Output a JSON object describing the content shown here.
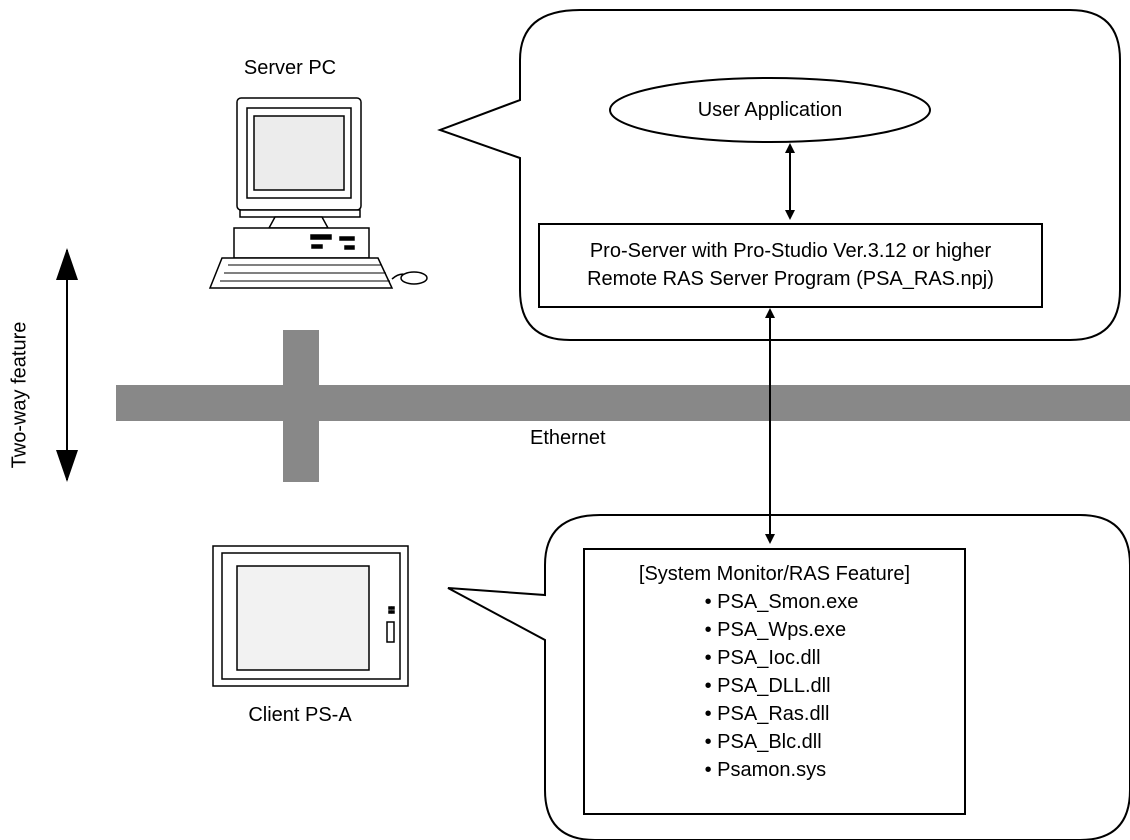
{
  "labels": {
    "server_pc": "Server PC",
    "client": "Client PS-A",
    "ethernet": "Ethernet",
    "two_way": "Two-way feature",
    "user_application": "User Application"
  },
  "server_box": {
    "line1": "Pro-Server with Pro-Studio Ver.3.12 or higher",
    "line2": "Remote RAS Server Program (PSA_RAS.npj)"
  },
  "client_box": {
    "title": "[System Monitor/RAS Feature]",
    "items": [
      "PSA_Smon.exe",
      "PSA_Wps.exe",
      "PSA_Ioc.dll",
      "PSA_DLL.dll",
      "PSA_Ras.dll",
      "PSA_Blc.dll",
      "Psamon.sys"
    ]
  },
  "colors": {
    "network_bar": "#888888",
    "line": "#000000"
  }
}
